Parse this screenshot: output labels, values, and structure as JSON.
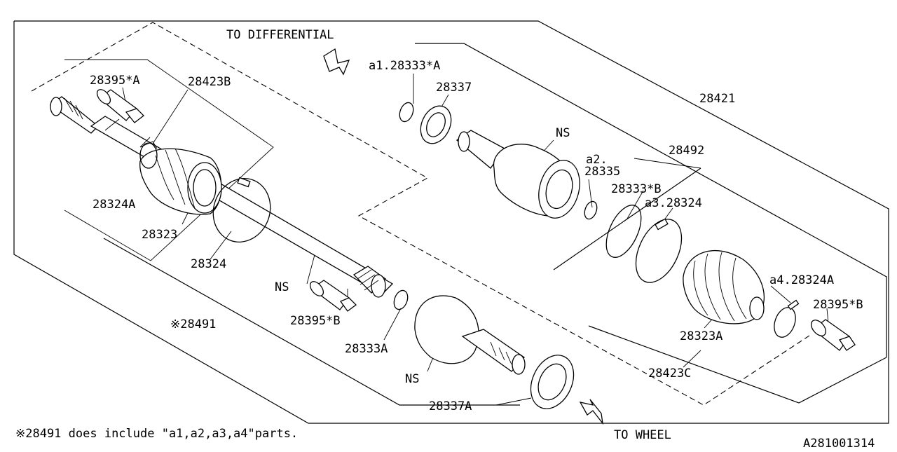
{
  "diagram": {
    "labels": {
      "to_differential": "TO DIFFERENTIAL",
      "to_wheel": "TO WHEEL",
      "p28395A": "28395*A",
      "p28423B": "28423B",
      "p28324A": "28324A",
      "p28323": "28323",
      "p28324": "28324",
      "ns_shaft": "NS",
      "p28491": "※28491",
      "p28395B_left": "28395*B",
      "p28333A": "28333A",
      "ns_outer": "NS",
      "p28337A": "28337A",
      "a1": "a1.28333*A",
      "p28337": "28337",
      "ns_inner": "NS",
      "p28421": "28421",
      "p28492": "28492",
      "a2_line1": "a2.",
      "a2_line2": "28335",
      "p28333B": "28333*B",
      "a3": "a3.28324",
      "a4": "a4.28324A",
      "p28395B_right": "28395*B",
      "p28323A": "28323A",
      "p28423C": "28423C"
    },
    "footnote": "※28491 does include \"a1,a2,a3,a4\"parts.",
    "diagram_id": "A281001314"
  }
}
